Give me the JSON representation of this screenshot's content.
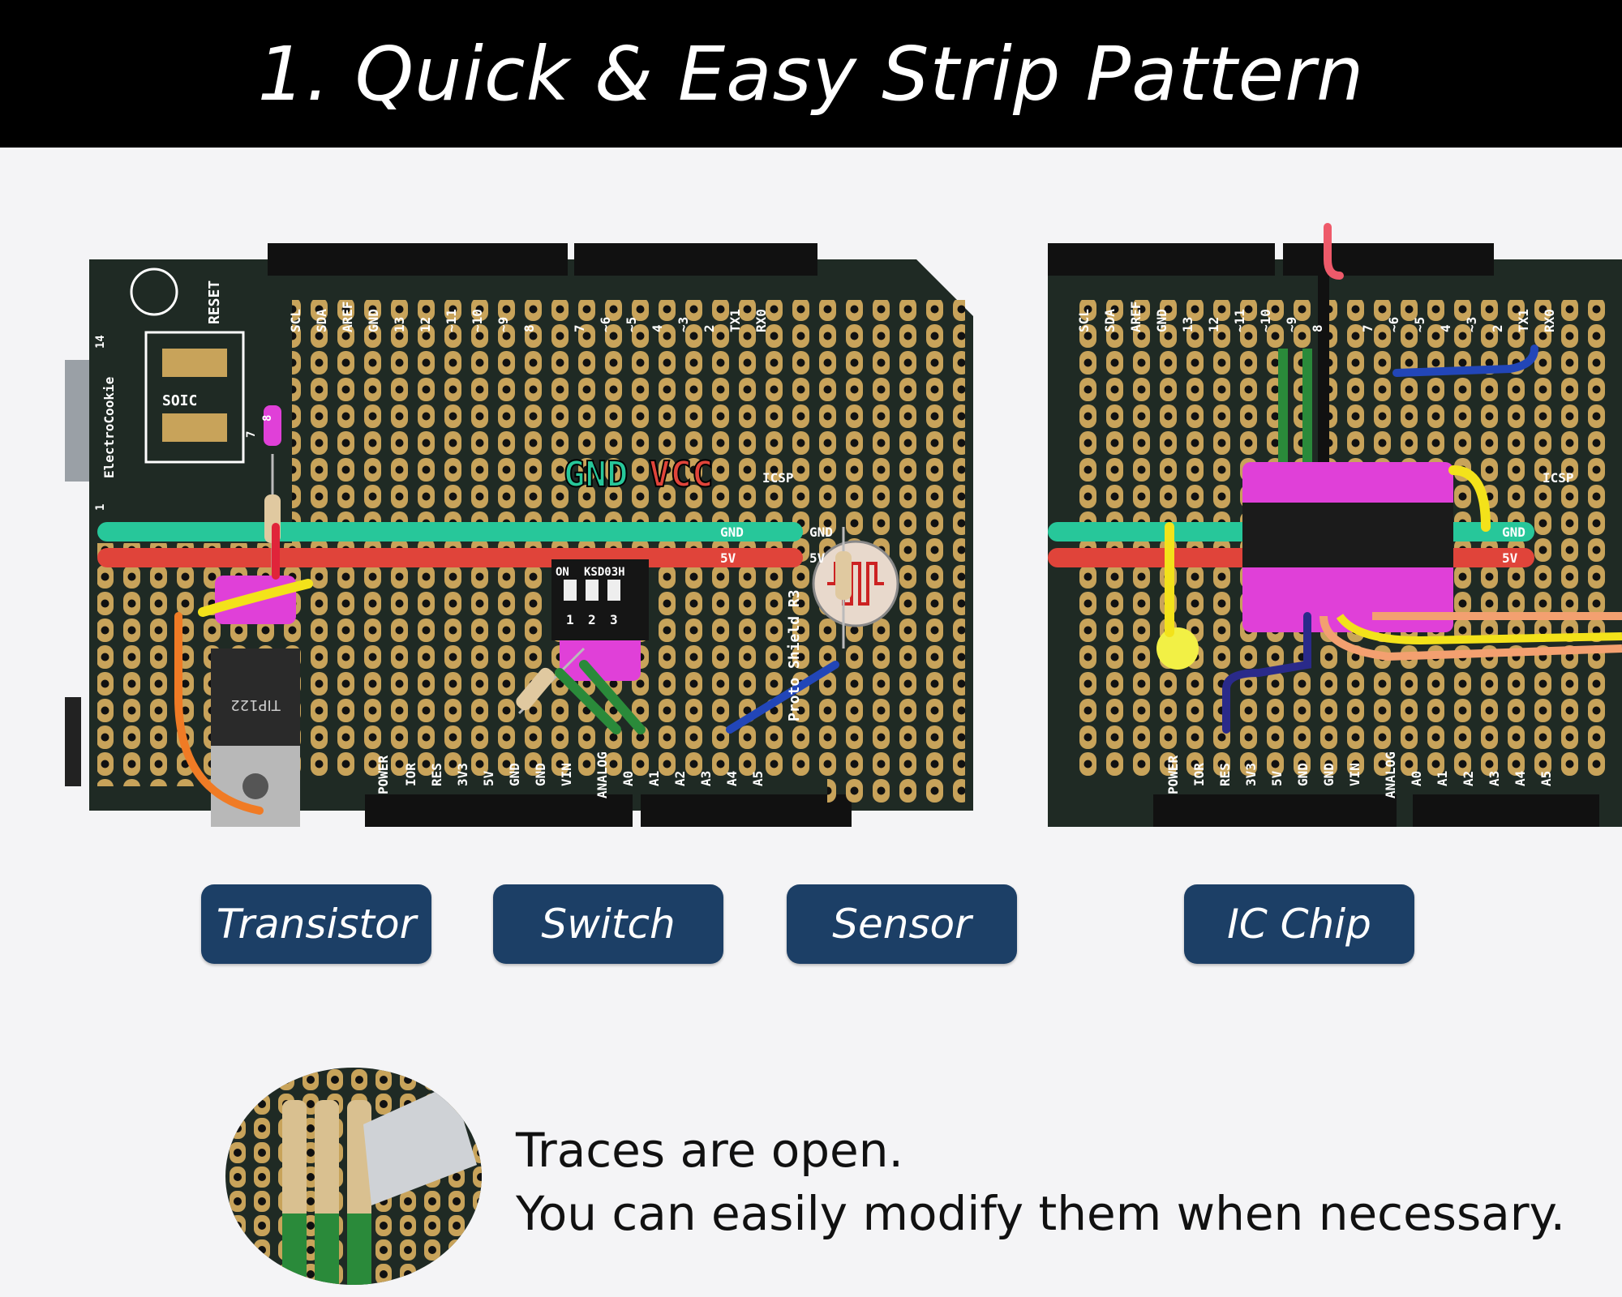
{
  "header": {
    "title": "1. Quick & Easy Strip Pattern"
  },
  "board_left": {
    "top_pins": [
      "SCL",
      "SDA",
      "AREF",
      "GND",
      "13",
      "12",
      "~11",
      "~10",
      "~9",
      "8",
      "7",
      "~6",
      "~5",
      "4",
      "~3",
      "2",
      "TX1",
      "RX0"
    ],
    "bottom_pins": [
      "IOR",
      "RES",
      "3V3",
      "5V",
      "GND",
      "GND",
      "VIN",
      "A0",
      "A1",
      "A2",
      "A3",
      "A4",
      "A5"
    ],
    "silk": {
      "reset": "RESET",
      "soic": "SOIC",
      "brand": "ElectroCookie",
      "pin14": "14",
      "pin1": "1",
      "pin7": "7",
      "pin8": "8",
      "icsp": "ICSP",
      "gnd": "GND",
      "vcc": "5V",
      "proto": "Proto Shield R3",
      "power": "POWER",
      "analog": "ANALOG"
    },
    "rail_labels": {
      "gnd": "GND",
      "vcc": "VCC"
    },
    "switch": {
      "on": "ON",
      "model": "KSD03H",
      "positions": [
        "1",
        "2",
        "3"
      ]
    },
    "transistor": {
      "part": "TIP122"
    }
  },
  "board_right": {
    "top_pins": [
      "SCL",
      "SDA",
      "AREF",
      "GND",
      "13",
      "12",
      "~11",
      "~10",
      "~9",
      "8",
      "7",
      "~6",
      "~5",
      "4",
      "~3",
      "2",
      "TX1",
      "RX0"
    ],
    "bottom_pins": [
      "IOR",
      "RES",
      "3V3",
      "5V",
      "GND",
      "GND",
      "VIN",
      "A0",
      "A1",
      "A2",
      "A3",
      "A4",
      "A5"
    ],
    "silk": {
      "icsp": "ICSP",
      "gnd": "GND",
      "vcc": "5V",
      "power": "POWER",
      "analog": "ANALOG"
    }
  },
  "labels": [
    "Transistor",
    "Switch",
    "Sensor",
    "IC Chip"
  ],
  "note": {
    "line1": "Traces are open.",
    "line2": "You can easily modify them when necessary."
  },
  "colors": {
    "header_bg": "#000000",
    "label_bg": "#1c3f66",
    "pcb": "#1f2a24",
    "gold": "#c8a35a",
    "gnd_rail": "#27c79a",
    "vcc_rail": "#e0443a",
    "pad_highlight": "#e040d8"
  }
}
